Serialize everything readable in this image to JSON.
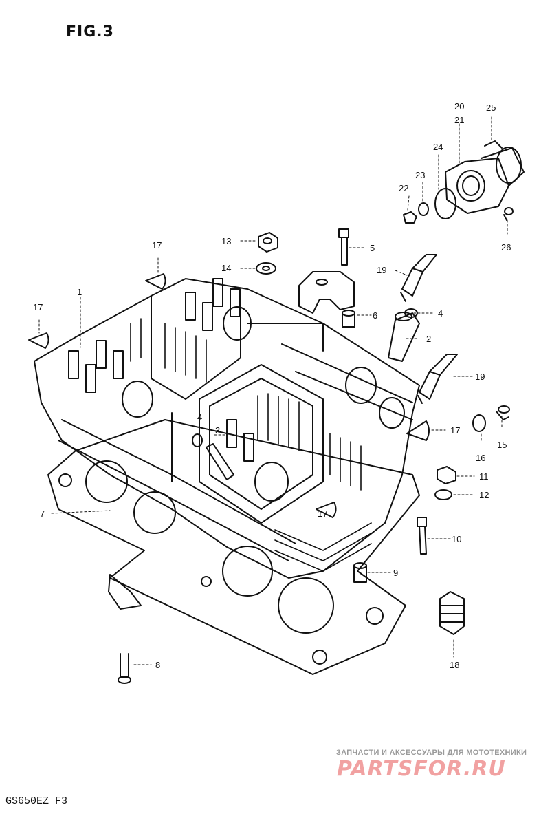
{
  "figure_title": "FIG.3",
  "model_code": "GS650EZ  F3",
  "callouts": [
    "1",
    "2",
    "3",
    "4",
    "4",
    "5",
    "6",
    "7",
    "8",
    "9",
    "10",
    "11",
    "12",
    "13",
    "14",
    "15",
    "16",
    "17",
    "17",
    "17",
    "17",
    "18",
    "19",
    "19",
    "20",
    "21",
    "22",
    "23",
    "24",
    "25",
    "26"
  ],
  "watermark": {
    "caption": "ЗАПЧАСТИ И АКСЕССУАРЫ ДЛЯ МОТОТЕХНИКИ",
    "logo": "PARTSFOR.RU"
  },
  "colors": {
    "ink": "#111111",
    "watermark_caption": "#9a9a9a",
    "watermark_logo": "#f1a1a1"
  }
}
